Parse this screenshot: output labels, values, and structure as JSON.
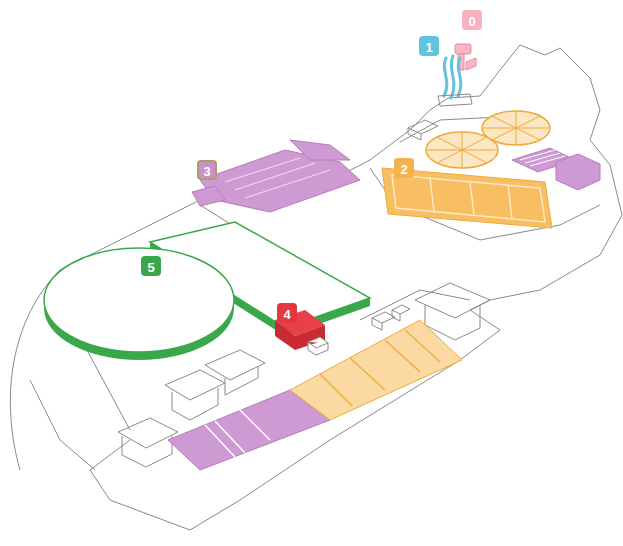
{
  "diagram": {
    "labels": [
      "0",
      "1",
      "2",
      "3",
      "4",
      "5"
    ]
  }
}
